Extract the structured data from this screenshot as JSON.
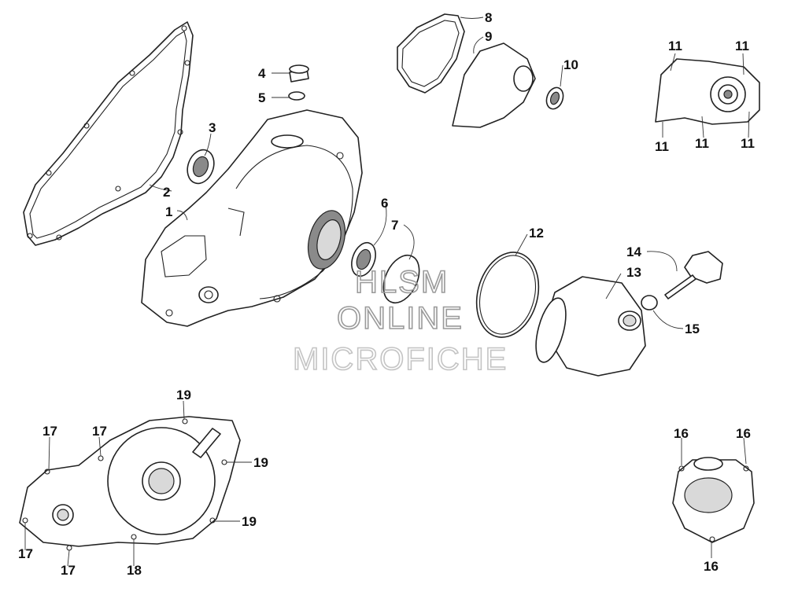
{
  "callouts": {
    "c1": "1",
    "c2": "2",
    "c3": "3",
    "c4": "4",
    "c5": "5",
    "c6": "6",
    "c7": "7",
    "c8": "8",
    "c9": "9",
    "c10": "10",
    "c11": "11",
    "c12": "12",
    "c13": "13",
    "c14": "14",
    "c15": "15",
    "c16": "16",
    "c17": "17",
    "c18": "18",
    "c19": "19"
  },
  "watermark": {
    "line1": "HLSM",
    "line2": "ONLINE",
    "line3": "MICROFICHE"
  }
}
